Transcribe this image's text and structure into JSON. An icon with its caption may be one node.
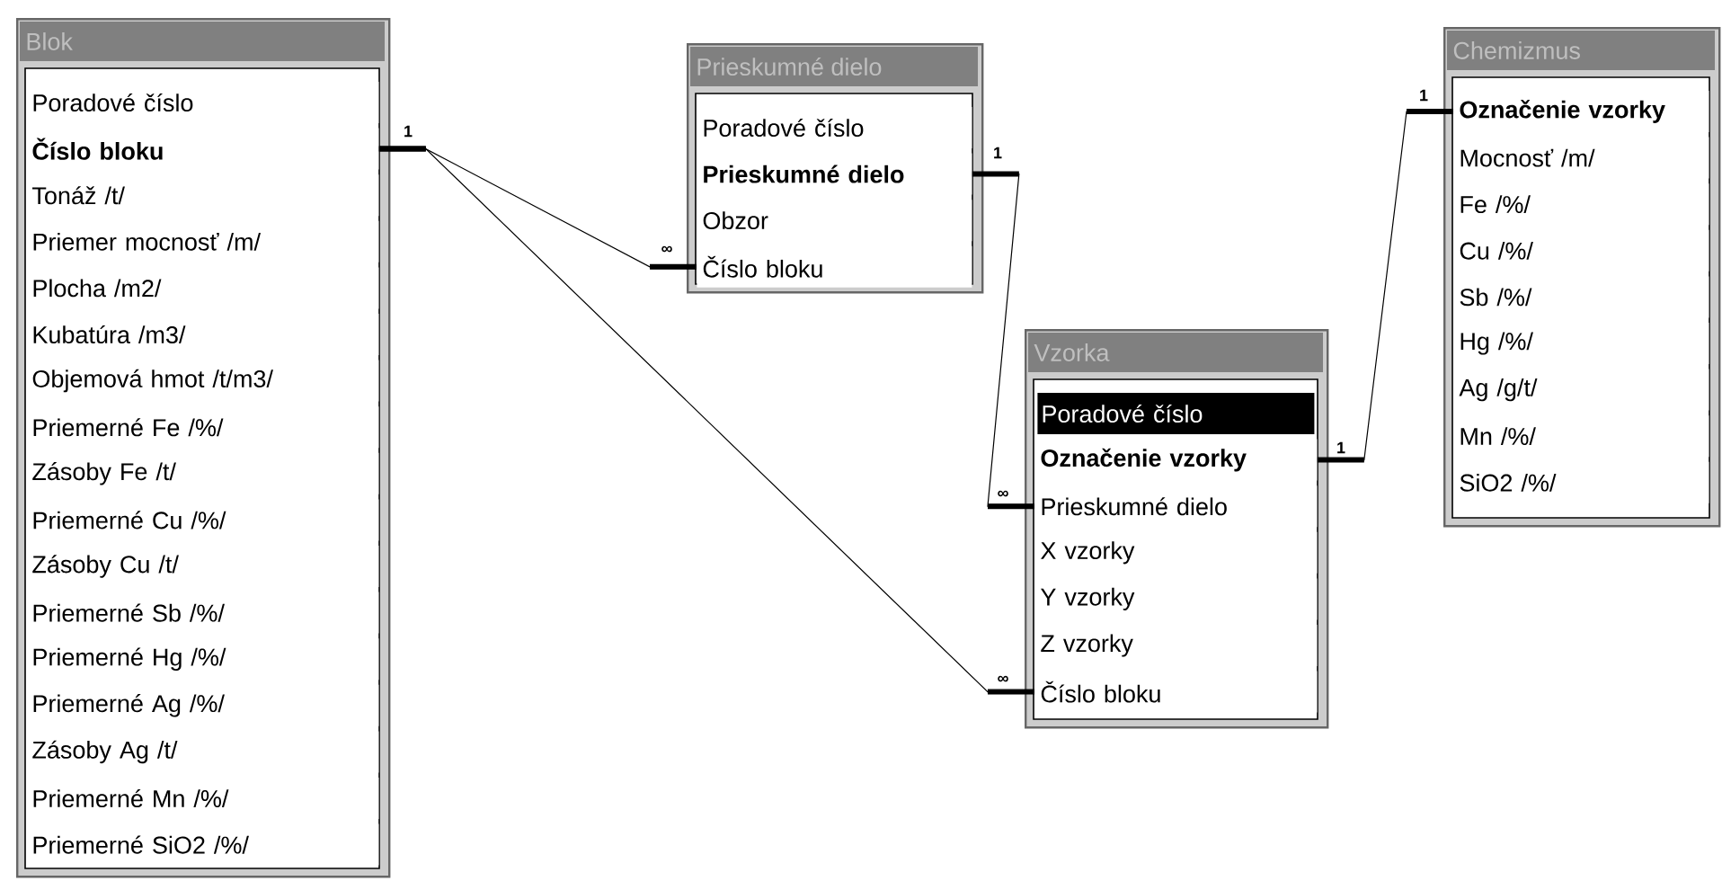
{
  "diagram": {
    "nodes": [
      {
        "text": [
          "Blok"
        ]
      },
      {
        "text": [
          "Poradové číslo"
        ],
        "in": 0
      },
      {
        "text": [
          "Číslo bloku"
        ],
        "in": 0
      },
      {
        "text": [
          "Tonáž /t/"
        ],
        "in": 0
      },
      {
        "text": [
          "Priemer mocnosť /m/"
        ],
        "in": 0
      },
      {
        "text": [
          "Plocha /m2/"
        ],
        "in": 0
      },
      {
        "text": [
          "Kubatúra /m3/"
        ],
        "in": 0
      },
      {
        "text": [
          "Objemová hmot /t/m3/"
        ],
        "in": 0
      },
      {
        "text": [
          "Priemerné Fe /%/"
        ],
        "in": 0
      },
      {
        "text": [
          "Zásoby Fe /t/"
        ],
        "in": 0
      },
      {
        "text": [
          "Priemerné Cu /%/"
        ],
        "in": 0
      },
      {
        "text": [
          "Zásoby Cu /t/"
        ],
        "in": 0
      },
      {
        "text": [
          "Priemerné Sb /%/"
        ],
        "in": 0
      },
      {
        "text": [
          "Priemerné Hg /%/"
        ],
        "in": 0
      },
      {
        "text": [
          "Priemerné Ag /%/"
        ],
        "in": 0
      },
      {
        "text": [
          "Zásoby Ag /t/"
        ],
        "in": 0
      },
      {
        "text": [
          "Priemerné Mn /%/"
        ],
        "in": 0
      },
      {
        "text": [
          "Priemerné SiO2 /%/"
        ],
        "in": 0
      },
      {
        "text": [
          "Prieskumné dielo"
        ]
      },
      {
        "text": [
          "Poradové číslo"
        ],
        "in": 18
      },
      {
        "text": [
          "Prieskumné dielo"
        ],
        "in": 18
      },
      {
        "text": [
          "Obzor"
        ],
        "in": 18
      },
      {
        "text": [
          "Číslo bloku"
        ],
        "in": 18
      },
      {
        "text": [
          "Vzorka"
        ]
      },
      {
        "text": [
          "Poradové číslo"
        ],
        "in": 23
      },
      {
        "text": [
          "Označenie vzorky"
        ],
        "in": 23
      },
      {
        "text": [
          "Prieskumné dielo"
        ],
        "in": 23
      },
      {
        "text": [
          "X vzorky"
        ],
        "in": 23
      },
      {
        "text": [
          "Y vzorky"
        ],
        "in": 23
      },
      {
        "text": [
          "Z vzorky"
        ],
        "in": 23
      },
      {
        "text": [
          "Číslo bloku"
        ],
        "in": 23
      },
      {
        "text": [
          "Chemizmus"
        ]
      },
      {
        "text": [
          "Označenie vzorky"
        ],
        "in": 31
      },
      {
        "text": [
          "Mocnosť /m/"
        ],
        "in": 31
      },
      {
        "text": [
          "Fe /%/"
        ],
        "in": 31
      },
      {
        "text": [
          "Cu /%/"
        ],
        "in": 31
      },
      {
        "text": [
          "Sb /%/"
        ],
        "in": 31
      },
      {
        "text": [
          "Hg /%/"
        ],
        "in": 31
      },
      {
        "text": [
          "Ag /g/t/"
        ],
        "in": 31
      },
      {
        "text": [
          "Mn /%/"
        ],
        "in": 31
      },
      {
        "text": [
          "SiO2 /%/"
        ],
        "in": 31
      }
    ],
    "edges": [
      {
        "from": 2,
        "to": 22,
        "arrow": "other"
      },
      {
        "from": 2,
        "to": 30,
        "arrow": "other"
      },
      {
        "from": 20,
        "to": 26,
        "arrow": "other"
      },
      {
        "from": 25,
        "to": 32,
        "arrow": "other"
      }
    ],
    "labels": [
      "1",
      "∞",
      "1",
      "∞",
      "∞",
      "1",
      "1"
    ]
  }
}
